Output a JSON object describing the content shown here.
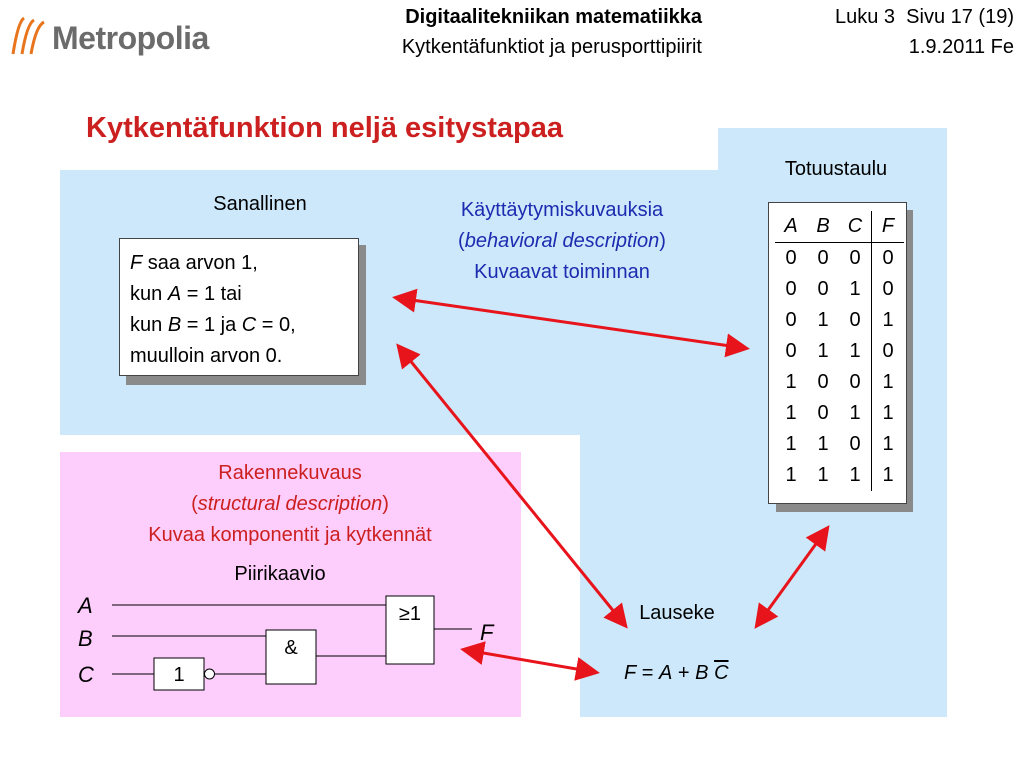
{
  "header": {
    "logo_text": "Metropolia",
    "course_title": "Digitaalitekniikan matematiikka",
    "chapter_title": "Kytkentäfunktiot ja perusporttipiirit",
    "page_info": "Luku 3  Sivu 17 (19)",
    "date_author": "1.9.2011 Fe"
  },
  "slide_title": "Kytkentäfunktion neljä esitystapaa",
  "verbal": {
    "label": "Sanallinen",
    "lines": [
      {
        "pre": "",
        "var": "F",
        "post": " saa arvon 1,"
      },
      {
        "pre": "kun ",
        "var": "A",
        "post": " = 1 tai"
      },
      {
        "pre": "kun ",
        "var": "B",
        "post": " = 1 ja "
      },
      {
        "pre": "muulloin arvon 0.",
        "var": "",
        "post": ""
      }
    ],
    "line3_var2": "C",
    "line3_post2": " = 0,"
  },
  "behavioral": {
    "line1": "Käyttäytymiskuvauksia",
    "line2_open": "(",
    "line2_term": "behavioral description",
    "line2_close": ")",
    "line3": "Kuvaavat toiminnan"
  },
  "truth_table": {
    "label": "Totuustaulu",
    "headers": [
      "A",
      "B",
      "C",
      "F"
    ],
    "rows": [
      [
        "0",
        "0",
        "0",
        "0"
      ],
      [
        "0",
        "0",
        "1",
        "0"
      ],
      [
        "0",
        "1",
        "0",
        "1"
      ],
      [
        "0",
        "1",
        "1",
        "0"
      ],
      [
        "1",
        "0",
        "0",
        "1"
      ],
      [
        "1",
        "0",
        "1",
        "1"
      ],
      [
        "1",
        "1",
        "0",
        "1"
      ],
      [
        "1",
        "1",
        "1",
        "1"
      ]
    ]
  },
  "structural": {
    "line1": "Rakennekuvaus",
    "line2_open": "(",
    "line2_term": "structural description",
    "line2_close": ")",
    "line3": "Kuvaa komponentit ja kytkennät",
    "diagram_label": "Piirikaavio",
    "inputs": [
      "A",
      "B",
      "C"
    ],
    "output": "F",
    "or_gate": "≥1",
    "and_gate": "&",
    "not_gate": "1"
  },
  "expression": {
    "label": "Lauseke",
    "lhs": "F",
    "eq": " = ",
    "a": "A",
    "plus": " + ",
    "b": "B",
    "space": " ",
    "c_bar": "C"
  },
  "colors": {
    "blue_panel": "#cce8fa",
    "pink_panel": "#fdcdfb",
    "title_red": "#cc1f1f",
    "arrow_red": "#e8141c",
    "behavior_blue": "#1c2bb0"
  }
}
